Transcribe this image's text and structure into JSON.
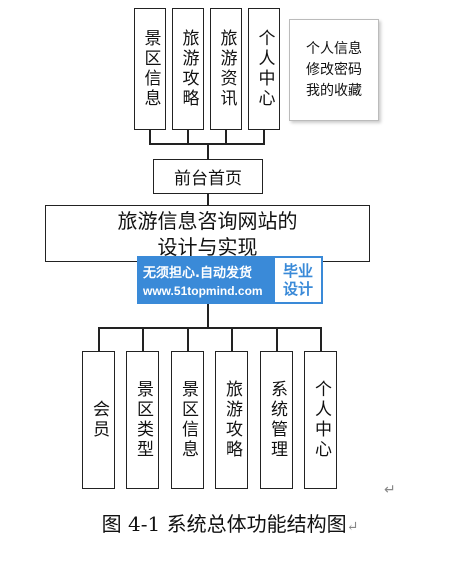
{
  "top_items": [
    "景区信息",
    "旅游攻略",
    "旅游资讯",
    "个人中心"
  ],
  "note_lines": [
    "个人信息",
    "修改密码",
    "我的收藏"
  ],
  "front_home": "前台首页",
  "site_title_line1": "旅游信息咨询网站的",
  "site_title_line2": "设计与实现",
  "watermark": {
    "slogan": "无须担心.自动发货",
    "url": "www.51topmind.com",
    "tag_line1": "毕业",
    "tag_line2": "设计"
  },
  "bottom_items": [
    "会员",
    "景区类型",
    "景区信息",
    "旅游攻略",
    "系统管理",
    "个人中心"
  ],
  "caption": "图 4-1  系统总体功能结构图",
  "return_mark": "↵"
}
